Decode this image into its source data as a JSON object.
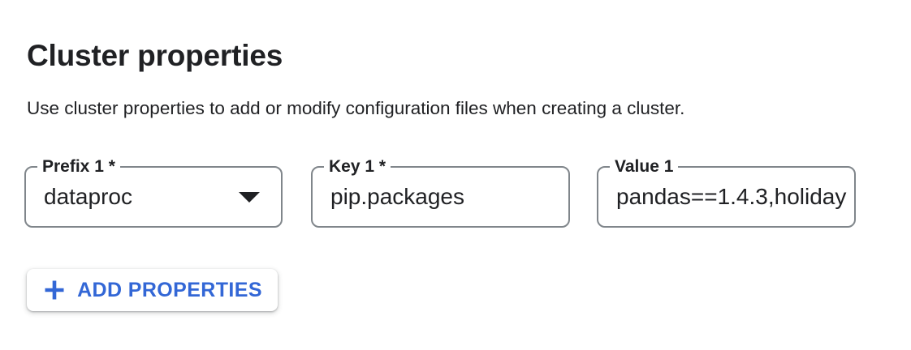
{
  "header": {
    "title": "Cluster properties",
    "subtitle": "Use cluster properties to add or modify configuration files when creating a cluster."
  },
  "properties_row": {
    "prefix_field": {
      "label": "Prefix 1 *",
      "value": "dataproc"
    },
    "key_field": {
      "label": "Key 1 *",
      "value": "pip.packages"
    },
    "value_field": {
      "label": "Value 1",
      "value": "pandas==1.4.3,holiday"
    }
  },
  "actions": {
    "add_properties_button": {
      "label": "ADD PROPERTIES"
    }
  },
  "icons": {
    "dropdown_arrow": "▼",
    "plus": "+"
  },
  "colors": {
    "accent_blue": "#3367d6",
    "field_border": "#80868b",
    "text_primary": "#202124",
    "background": "#ffffff"
  }
}
